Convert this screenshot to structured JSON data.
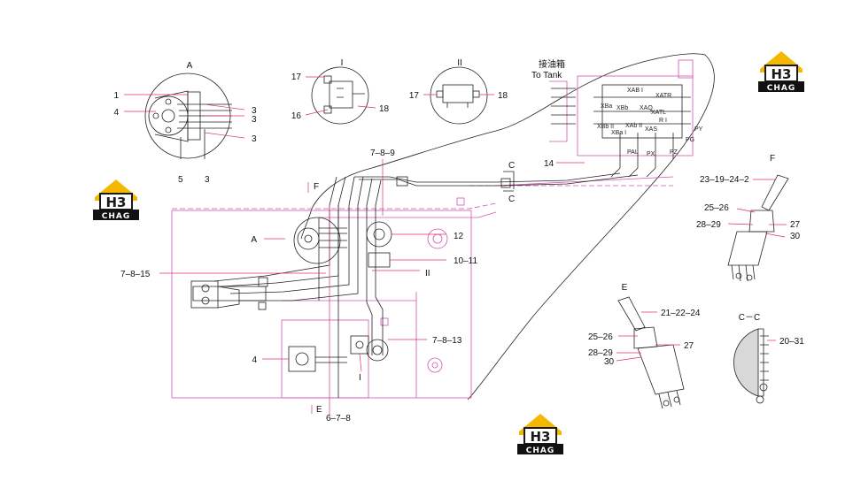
{
  "logo": {
    "mark": "H3",
    "text": "CHAG",
    "colors": {
      "roof": "#f5b800",
      "bar": "#111111",
      "text": "#ffffff"
    }
  },
  "views": {
    "A": "A",
    "I": "I",
    "II": "II",
    "F": "F",
    "E": "E",
    "CC": "C－C",
    "F_arrow": "F",
    "E_arrow": "E",
    "C_top": "C",
    "C_bottom": "C"
  },
  "tank": {
    "cn": "接油箱",
    "en": "To Tank"
  },
  "valve_ports": [
    "XAB I",
    "XATR",
    "XBa",
    "XBb",
    "XAQ",
    "XATL",
    "R I",
    "XAb II",
    "XAS",
    "PY",
    "PG",
    "PAL",
    "PX",
    "PZ",
    "XBa I",
    "XBb II"
  ],
  "labels": {
    "a1": "1",
    "a4": "4",
    "a3_1": "3",
    "a3_2": "3",
    "a3_3": "3",
    "a5": "5",
    "a3_4": "3",
    "i17": "17",
    "i18": "18",
    "i16": "16",
    "ii17": "17",
    "ii18": "18",
    "n789": "7–8–9",
    "n14": "14",
    "n12": "12",
    "n1011": "10–11",
    "n7815": "7–8–15",
    "nII": "II",
    "n7813": "7–8–13",
    "n4": "4",
    "nI": "I",
    "n678": "6–7–8",
    "main_A": "A",
    "f23": "23–19–24–2",
    "f2526": "25–26",
    "f2829": "28–29",
    "f27": "27",
    "f30": "30",
    "e212224": "21–22–24",
    "e2526": "25–26",
    "e27": "27",
    "e2829": "28–29",
    "e30": "30",
    "c2031": "20–31"
  }
}
